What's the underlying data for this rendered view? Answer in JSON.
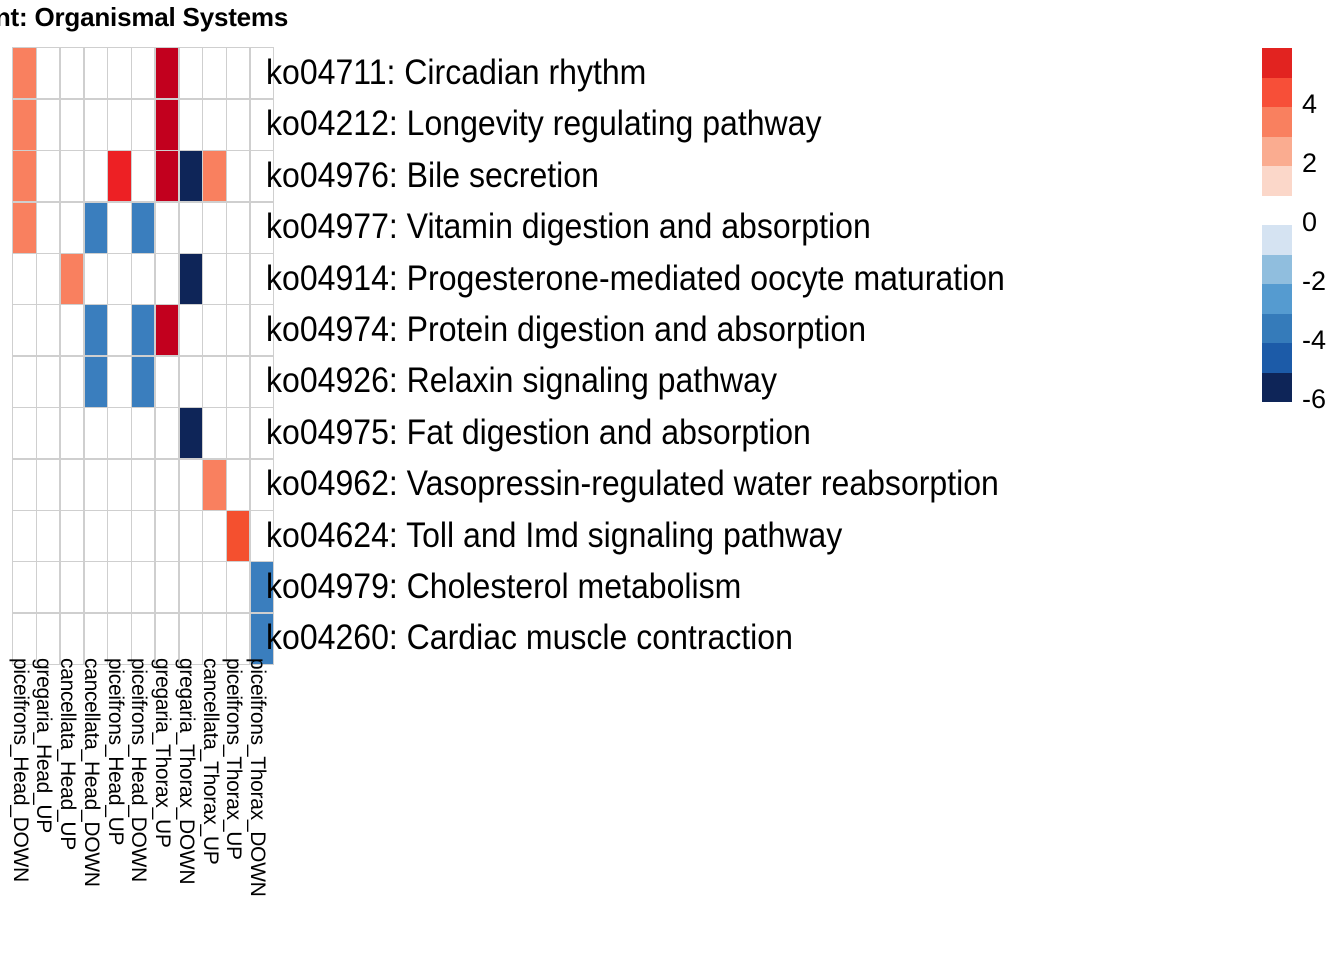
{
  "title": "hment: Organismal Systems",
  "chart_data": {
    "type": "heatmap",
    "title": "hment: Organismal Systems",
    "xlabel": "",
    "ylabel": "",
    "grid": true,
    "legend_position": "right",
    "colorbar": {
      "ticks": [
        "4",
        "2",
        "0",
        "-2",
        "-4",
        "-6"
      ],
      "tick_values": [
        4,
        2,
        0,
        -2,
        -4,
        -6
      ],
      "range": [
        -7,
        5
      ],
      "swatches_warm": [
        "#e22320",
        "#f74f38",
        "#f9805f",
        "#faac90",
        "#fbd7c9"
      ],
      "swatches_zero": "#ffffff",
      "swatches_cool": [
        "#d5e3f2",
        "#90bede",
        "#559bd0",
        "#357bba",
        "#1c5ba8",
        "#0e2558"
      ]
    },
    "categories": [
      "piceifrons_Head_DOWN",
      "gregaria_Head_UP",
      "cancellata_Head_UP",
      "cancellata_Head_DOWN",
      "piceifrons_Head_UP",
      "piceifrons_Head_DOWN",
      "gregaria_Thorax_UP",
      "gregaria_Thorax_DOWN",
      "cancellata_Thorax_UP",
      "piceifrons_Thorax_UP",
      "piceifrons_Thorax_DOWN"
    ],
    "rows": [
      "ko04711: Circadian rhythm",
      "ko04212: Longevity regulating pathway",
      "ko04976: Bile secretion",
      "ko04977: Vitamin digestion and absorption",
      "ko04914: Progesterone-mediated oocyte maturation",
      "ko04974: Protein digestion and absorption",
      "ko04926: Relaxin signaling pathway",
      "ko04975: Fat digestion and absorption",
      "ko04962: Vasopressin-regulated water reabsorption",
      "ko04624: Toll and Imd signaling pathway",
      "ko04979: Cholesterol metabolism",
      "ko04260: Cardiac muscle contraction"
    ],
    "values": [
      [
        3,
        null,
        null,
        null,
        null,
        null,
        5.5,
        null,
        null,
        null,
        null
      ],
      [
        3,
        null,
        null,
        null,
        null,
        null,
        5.5,
        null,
        null,
        null,
        null
      ],
      [
        3,
        null,
        null,
        null,
        4.7,
        null,
        5.5,
        -6.8,
        3,
        null,
        null
      ],
      [
        3,
        null,
        null,
        -4,
        null,
        -4,
        null,
        null,
        null,
        null,
        null
      ],
      [
        null,
        null,
        3,
        null,
        null,
        null,
        null,
        -6.8,
        null,
        null,
        null
      ],
      [
        null,
        null,
        null,
        -4,
        null,
        -4,
        5.5,
        null,
        null,
        null,
        null
      ],
      [
        null,
        null,
        null,
        -4,
        null,
        -4,
        null,
        null,
        null,
        null,
        null
      ],
      [
        null,
        null,
        null,
        null,
        null,
        null,
        null,
        -6.8,
        null,
        null,
        null
      ],
      [
        null,
        null,
        null,
        null,
        null,
        null,
        null,
        null,
        3,
        null,
        null
      ],
      [
        null,
        null,
        null,
        null,
        null,
        null,
        null,
        null,
        null,
        4.3,
        null
      ],
      [
        null,
        null,
        null,
        null,
        null,
        null,
        null,
        null,
        null,
        null,
        -4
      ],
      [
        null,
        null,
        null,
        null,
        null,
        null,
        null,
        null,
        null,
        null,
        -4
      ]
    ],
    "cell_colors": [
      [
        "#f9805f",
        "#ffffff",
        "#ffffff",
        "#ffffff",
        "#ffffff",
        "#ffffff",
        "#c2001e",
        "#ffffff",
        "#ffffff",
        "#ffffff",
        "#ffffff"
      ],
      [
        "#f9805f",
        "#ffffff",
        "#ffffff",
        "#ffffff",
        "#ffffff",
        "#ffffff",
        "#c2001e",
        "#ffffff",
        "#ffffff",
        "#ffffff",
        "#ffffff"
      ],
      [
        "#f9805f",
        "#ffffff",
        "#ffffff",
        "#ffffff",
        "#ed2024",
        "#ffffff",
        "#c2001e",
        "#0e2558",
        "#f9805f",
        "#ffffff",
        "#ffffff"
      ],
      [
        "#f9805f",
        "#ffffff",
        "#ffffff",
        "#3a7ebe",
        "#ffffff",
        "#3a7ebe",
        "#ffffff",
        "#ffffff",
        "#ffffff",
        "#ffffff",
        "#ffffff"
      ],
      [
        "#ffffff",
        "#ffffff",
        "#f9805f",
        "#ffffff",
        "#ffffff",
        "#ffffff",
        "#ffffff",
        "#0e2558",
        "#ffffff",
        "#ffffff",
        "#ffffff"
      ],
      [
        "#ffffff",
        "#ffffff",
        "#ffffff",
        "#3a7ebe",
        "#ffffff",
        "#3a7ebe",
        "#c2001e",
        "#ffffff",
        "#ffffff",
        "#ffffff",
        "#ffffff"
      ],
      [
        "#ffffff",
        "#ffffff",
        "#ffffff",
        "#3a7ebe",
        "#ffffff",
        "#3a7ebe",
        "#ffffff",
        "#ffffff",
        "#ffffff",
        "#ffffff",
        "#ffffff"
      ],
      [
        "#ffffff",
        "#ffffff",
        "#ffffff",
        "#ffffff",
        "#ffffff",
        "#ffffff",
        "#ffffff",
        "#0e2558",
        "#ffffff",
        "#ffffff",
        "#ffffff"
      ],
      [
        "#ffffff",
        "#ffffff",
        "#ffffff",
        "#ffffff",
        "#ffffff",
        "#ffffff",
        "#ffffff",
        "#ffffff",
        "#f9805f",
        "#ffffff",
        "#ffffff"
      ],
      [
        "#ffffff",
        "#ffffff",
        "#ffffff",
        "#ffffff",
        "#ffffff",
        "#ffffff",
        "#ffffff",
        "#ffffff",
        "#ffffff",
        "#f4502f",
        "#ffffff"
      ],
      [
        "#ffffff",
        "#ffffff",
        "#ffffff",
        "#ffffff",
        "#ffffff",
        "#ffffff",
        "#ffffff",
        "#ffffff",
        "#ffffff",
        "#ffffff",
        "#3a7ebe"
      ],
      [
        "#ffffff",
        "#ffffff",
        "#ffffff",
        "#ffffff",
        "#ffffff",
        "#ffffff",
        "#ffffff",
        "#ffffff",
        "#ffffff",
        "#ffffff",
        "#3a7ebe"
      ]
    ]
  }
}
